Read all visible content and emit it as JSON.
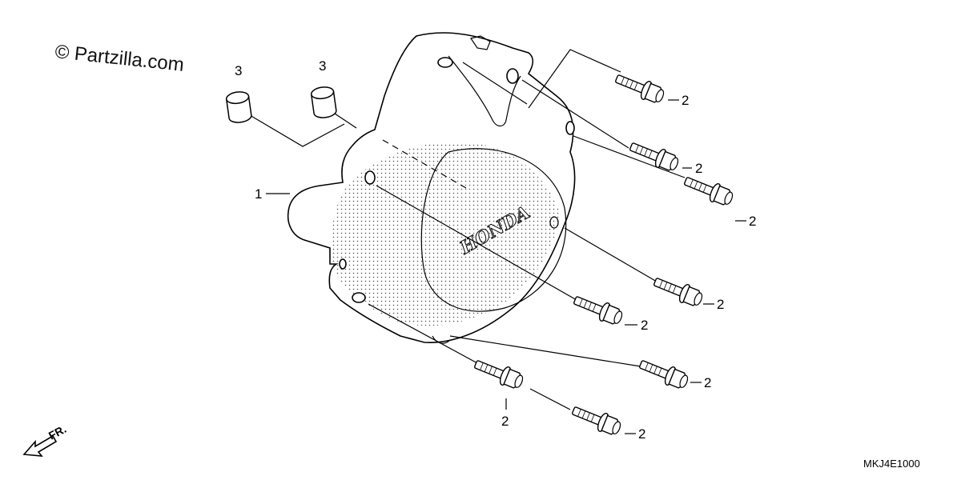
{
  "watermark": "© Partzilla.com",
  "diagram_code": "MKJ4E1000",
  "front_indicator": "FR.",
  "cover_logo": "HONDA",
  "callouts": {
    "cover": "1",
    "bolt": "2",
    "collar": "3"
  }
}
